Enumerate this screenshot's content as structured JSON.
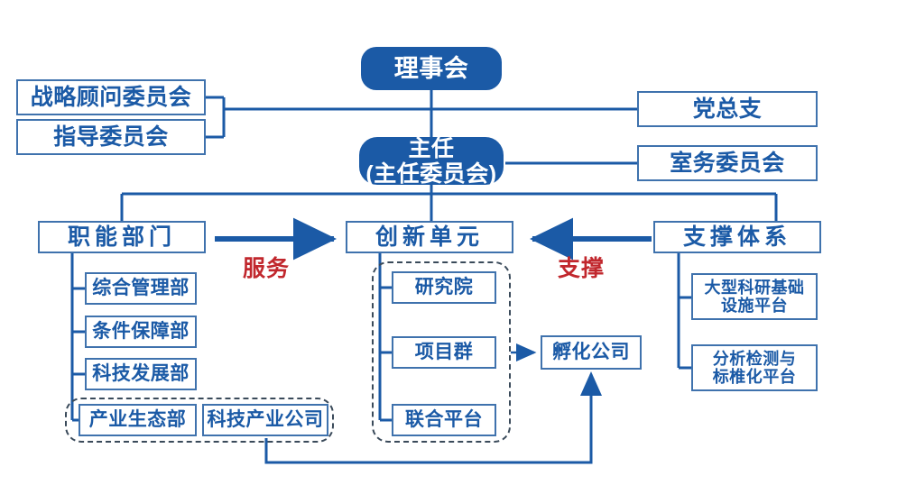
{
  "chart_data": {
    "type": "diagram",
    "title": "组织架构图",
    "orientation": "top-down org chart",
    "colors": {
      "primary_fill": "#1b5aa6",
      "border": "#3f72ad",
      "text_blue": "#1b5aa6",
      "annotation_red": "#c1272d",
      "dashed_group": "#3a4a5a",
      "background": "#ffffff"
    },
    "nodes": [
      {
        "id": "board",
        "label": "理事会",
        "style": "filled-pill",
        "tier": 1
      },
      {
        "id": "strategy-advisory",
        "label": "战略顾问委员会",
        "style": "outlined-box",
        "tier": 1
      },
      {
        "id": "guidance",
        "label": "指导委员会",
        "style": "outlined-box",
        "tier": 1
      },
      {
        "id": "party-branch",
        "label": "党总支",
        "style": "outlined-box",
        "tier": 1
      },
      {
        "id": "office-committee",
        "label": "室务委员会",
        "style": "outlined-box",
        "tier": 1
      },
      {
        "id": "director",
        "label": "主任\n(主任委员会)",
        "style": "filled-pill",
        "tier": 2
      },
      {
        "id": "functional-dept",
        "label": "职能部门",
        "style": "outlined-box-major",
        "tier": 3
      },
      {
        "id": "innovation-unit",
        "label": "创新单元",
        "style": "outlined-box-major",
        "tier": 3
      },
      {
        "id": "support-system",
        "label": "支撑体系",
        "style": "outlined-box-major",
        "tier": 3
      },
      {
        "id": "general-mgmt",
        "label": "综合管理部",
        "style": "outlined-box",
        "tier": 4
      },
      {
        "id": "condition-support",
        "label": "条件保障部",
        "style": "outlined-box",
        "tier": 4
      },
      {
        "id": "tech-development",
        "label": "科技发展部",
        "style": "outlined-box",
        "tier": 4
      },
      {
        "id": "industry-ecology",
        "label": "产业生态部",
        "style": "outlined-box",
        "tier": 4
      },
      {
        "id": "tech-industry-co",
        "label": "科技产业公司",
        "style": "outlined-box",
        "tier": 4
      },
      {
        "id": "research-institute",
        "label": "研究院",
        "style": "outlined-box",
        "tier": 4
      },
      {
        "id": "project-group",
        "label": "项目群",
        "style": "outlined-box",
        "tier": 4
      },
      {
        "id": "joint-platform",
        "label": "联合平台",
        "style": "outlined-box",
        "tier": 4
      },
      {
        "id": "incubator-co",
        "label": "孵化公司",
        "style": "outlined-box",
        "tier": 4
      },
      {
        "id": "large-facility",
        "label": "大型科研基础\n设施平台",
        "style": "outlined-box",
        "tier": 4
      },
      {
        "id": "analysis-platform",
        "label": "分析检测与\n标椎化平台",
        "style": "outlined-box",
        "tier": 4
      }
    ],
    "annotations": [
      {
        "id": "service",
        "label": "服务",
        "color": "#c1272d",
        "describes": "职能部门 → 创新单元"
      },
      {
        "id": "support",
        "label": "支撑",
        "color": "#c1272d",
        "describes": "支撑体系 → 创新单元"
      }
    ],
    "groups": [
      {
        "id": "industry-group",
        "members": [
          "产业生态部",
          "科技产业公司"
        ],
        "style": "dashed"
      },
      {
        "id": "innovation-group",
        "members": [
          "研究院",
          "项目群",
          "联合平台"
        ],
        "style": "dashed"
      }
    ],
    "edges": [
      {
        "from": "理事会",
        "to": "主任(主任委员会)",
        "type": "line"
      },
      {
        "from": "战略顾问委员会",
        "to": "理事会",
        "type": "line"
      },
      {
        "from": "指导委员会",
        "to": "理事会",
        "type": "line"
      },
      {
        "from": "党总支",
        "to": "理事会",
        "type": "line"
      },
      {
        "from": "室务委员会",
        "to": "主任(主任委员会)",
        "type": "line"
      },
      {
        "from": "主任(主任委员会)",
        "to": "职能部门",
        "type": "line"
      },
      {
        "from": "主任(主任委员会)",
        "to": "创新单元",
        "type": "line"
      },
      {
        "from": "主任(主任委员会)",
        "to": "支撑体系",
        "type": "line"
      },
      {
        "from": "职能部门",
        "to": "创新单元",
        "type": "arrow",
        "label": "服务"
      },
      {
        "from": "支撑体系",
        "to": "创新单元",
        "type": "arrow",
        "label": "支撑"
      },
      {
        "from": "项目群",
        "to": "孵化公司",
        "type": "arrow"
      },
      {
        "from": "科技产业公司",
        "to": "孵化公司",
        "type": "arrow"
      }
    ]
  },
  "top": {
    "board": "理事会",
    "strategy_advisory": "战略顾问委员会",
    "guidance_committee": "指导委员会",
    "party_branch": "党总支",
    "office_committee": "室务委员会",
    "director": "主任\n(主任委员会)"
  },
  "tier3": {
    "functional_dept": "职能部门",
    "innovation_unit": "创新单元",
    "support_system": "支撑体系"
  },
  "annotations": {
    "service": "服务",
    "support": "支撑"
  },
  "functional_children": [
    {
      "label": "综合管理部"
    },
    {
      "label": "条件保障部"
    },
    {
      "label": "科技发展部"
    },
    {
      "label": "产业生态部"
    },
    {
      "label": "科技产业公司"
    }
  ],
  "innovation_children": [
    {
      "label": "研究院"
    },
    {
      "label": "项目群"
    },
    {
      "label": "联合平台"
    }
  ],
  "spinoff": {
    "incubator": "孵化公司"
  },
  "support_children": [
    {
      "label": "大型科研基础\n设施平台"
    },
    {
      "label": "分析检测与\n标椎化平台"
    }
  ]
}
